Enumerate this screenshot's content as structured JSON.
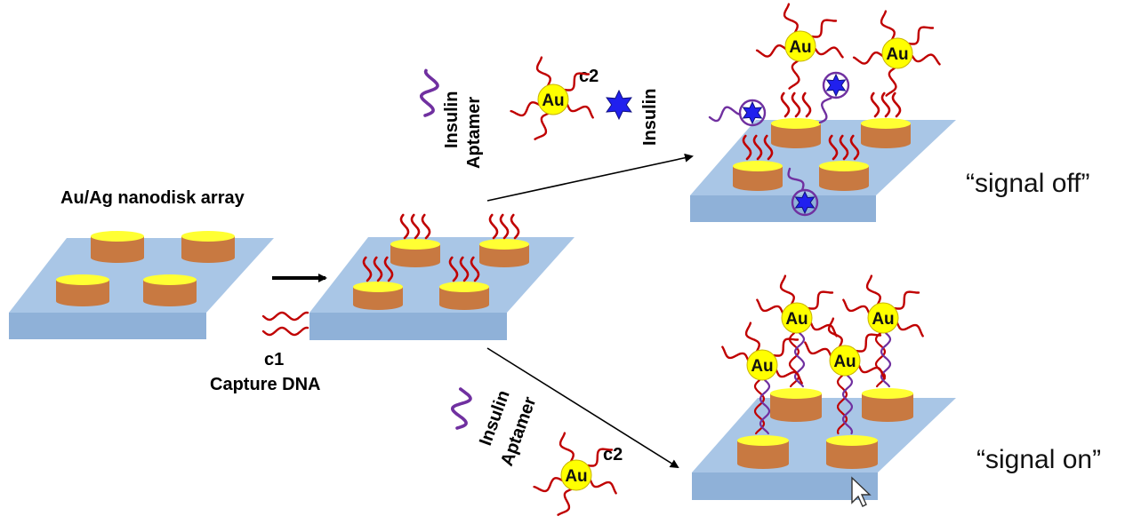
{
  "title": "Au/Ag nanodisk array",
  "capture_dna": {
    "code": "c1",
    "label": "Capture DNA"
  },
  "top_branch": {
    "aptamer_label_line1": "Insulin",
    "aptamer_label_line2": "Aptamer",
    "probe_code": "c2",
    "insulin_label": "Insulin"
  },
  "bottom_branch": {
    "aptamer_label_line1": "Insulin",
    "aptamer_label_line2": "Aptamer",
    "probe_code": "c2"
  },
  "au_label": "Au",
  "result_off": "“signal off”",
  "result_on": "“signal on”",
  "colors": {
    "substrate_top": "#a9c6e6",
    "substrate_side": "#8fb1d8",
    "disk_gold": "#ffff33",
    "disk_copper": "#c87941",
    "capture_dna": "#c00000",
    "aptamer": "#7030a0",
    "au_particle": "#ffff00",
    "insulin_star": "#2020ee"
  },
  "icons": [
    "arrow-right-icon",
    "cursor-icon",
    "insulin-star-icon",
    "au-nanoparticle-icon"
  ]
}
